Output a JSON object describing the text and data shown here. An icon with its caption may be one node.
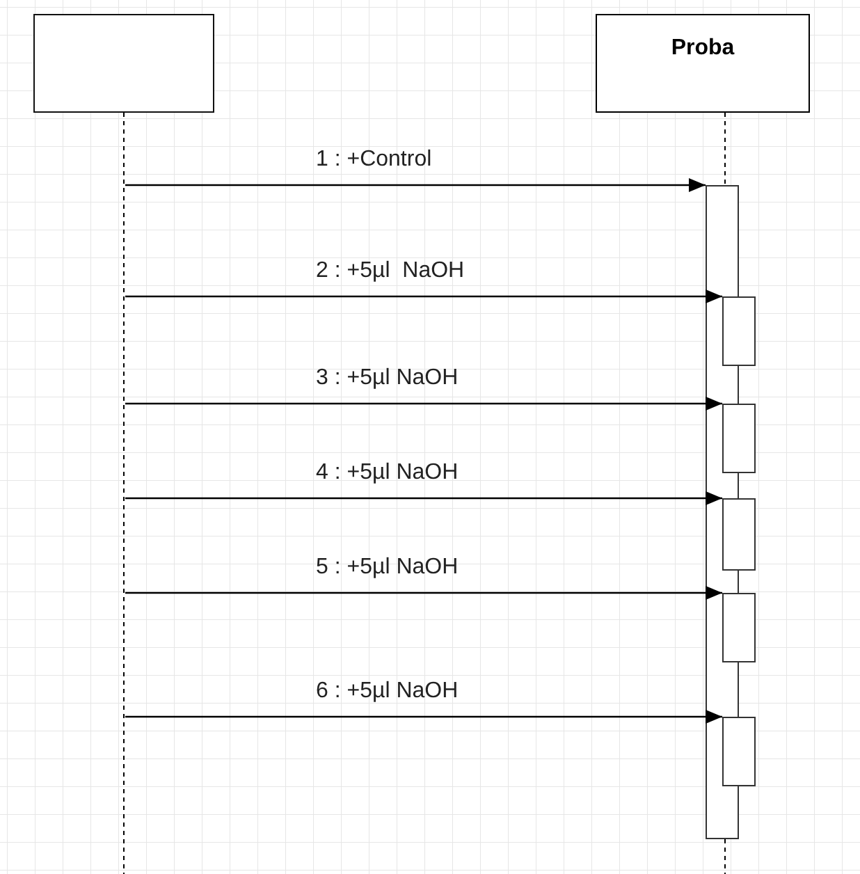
{
  "diagram": {
    "nodes": [
      {
        "text": [],
        "shape": "box"
      },
      {
        "text": [
          "Proba"
        ]
      },
      {
        "text": [],
        "shape": "bar"
      },
      {
        "text": [],
        "shape": "bar"
      },
      {
        "text": [],
        "shape": "bar"
      },
      {
        "text": [],
        "shape": "bar"
      },
      {
        "text": [],
        "shape": "bar"
      },
      {
        "text": [],
        "shape": "bar"
      }
    ],
    "edges": [
      {
        "from": null,
        "to": 2,
        "arrow": "to",
        "label": "1 : +Control"
      },
      {
        "from": null,
        "to": 3,
        "arrow": "to",
        "label": "2 : +5µl  NaOH"
      },
      {
        "from": null,
        "to": 4,
        "arrow": "to",
        "label": "3 : +5µl NaOH"
      },
      {
        "from": null,
        "to": 5,
        "arrow": "to",
        "label": "4 : +5µl NaOH"
      },
      {
        "from": null,
        "to": 6,
        "arrow": "to",
        "label": "5 : +5µl NaOH"
      },
      {
        "from": null,
        "to": 7,
        "arrow": "to",
        "label": "6 : +5µl NaOH"
      }
    ]
  }
}
